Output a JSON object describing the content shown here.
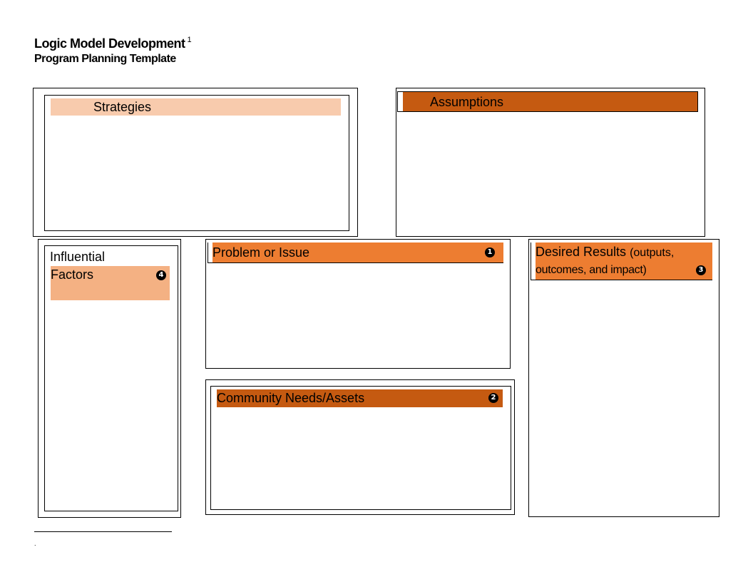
{
  "header": {
    "title": "Logic Model Development",
    "title_footnote_mark": "1",
    "subtitle": "Program Planning Template"
  },
  "colors": {
    "strategies_band": "#F8CBAD",
    "assumptions_band": "#C55A11",
    "problem_band": "#ED7D31",
    "community_band": "#C55A11",
    "results_band": "#ED7D31",
    "influential_band": "#F4B183"
  },
  "sections": {
    "strategies": {
      "label": "Strategies"
    },
    "assumptions": {
      "label": "Assumptions"
    },
    "influential_factors": {
      "label_line1": "Influential",
      "label_line2": "Factors",
      "number": "4"
    },
    "problem_or_issue": {
      "label": "Problem or Issue",
      "number": "1"
    },
    "community_needs_assets": {
      "label": "Community Needs/Assets",
      "number": "2"
    },
    "desired_results": {
      "label_main": "Desired Results",
      "label_paren_1": "(outputs,",
      "label_paren_2": "outcomes, and impact)",
      "number": "3"
    }
  },
  "footnote": {
    "marker": "."
  }
}
